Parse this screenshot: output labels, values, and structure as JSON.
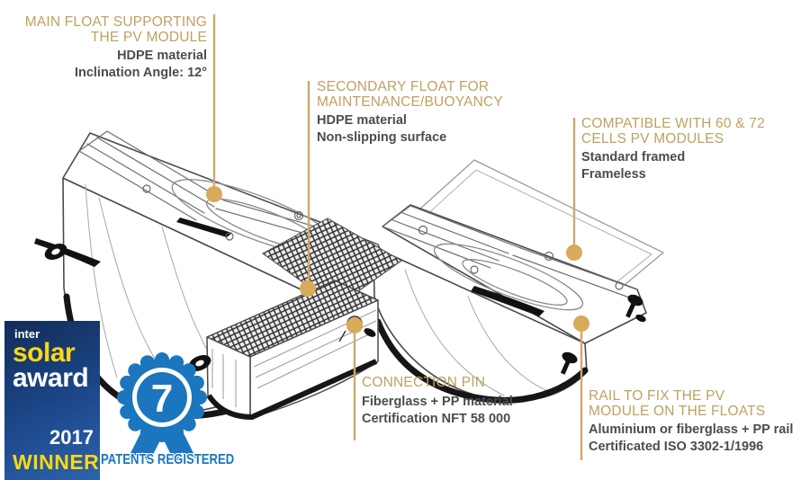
{
  "diagram_title": "Floating PV module float system - exploded callout diagram",
  "colors": {
    "gold_heading": "#bfa160",
    "gold_line": "#cfa86a",
    "gold_dot": "#d8aa5a",
    "body_text": "#4b4c50",
    "badge_blue_dark": "#122d58",
    "badge_blue_light": "#2d63ad",
    "badge_yellow": "#fdd716",
    "rosette_blue": "#1b76bd",
    "wireframe": "#4a4a4a"
  },
  "annotations": {
    "main_float": {
      "title": [
        "MAIN FLOAT SUPPORTING",
        "THE PV MODULE"
      ],
      "body": [
        "HDPE material",
        "Inclination Angle: 12°"
      ]
    },
    "secondary_float": {
      "title": [
        "SECONDARY FLOAT FOR",
        "MAINTENANCE/BUOYANCY"
      ],
      "body": [
        "HDPE material",
        "Non-slipping surface"
      ]
    },
    "pv_modules": {
      "title": [
        "COMPATIBLE WITH 60 & 72",
        "CELLS PV MODULES"
      ],
      "body": [
        "Standard framed",
        "Frameless"
      ]
    },
    "connection_pin": {
      "title": [
        "CONNECTION PIN"
      ],
      "body": [
        "Fiberglass + PP material",
        "Certification NFT 58 000"
      ]
    },
    "rail": {
      "title": [
        "RAIL TO FIX THE PV",
        "MODULE ON THE FLOATS"
      ],
      "body": [
        "Aluminium or fiberglass + PP rail",
        "Certificated ISO 3302-1/1996"
      ]
    }
  },
  "award": {
    "brand_top": "inter",
    "brand_mid": "solar",
    "brand_bottom": "award",
    "year": "2017",
    "winner_label": "WINNER",
    "patents_count": "7",
    "patents_label": "PATENTS REGISTERED"
  }
}
